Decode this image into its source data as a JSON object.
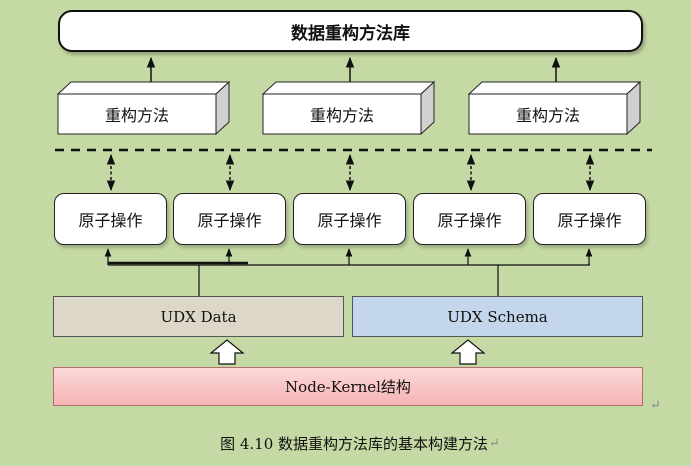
{
  "diagram": {
    "library_title": "数据重构方法库",
    "reconstruction_methods": [
      "重构方法",
      "重构方法",
      "重构方法"
    ],
    "atomic_operations": [
      "原子操作",
      "原子操作",
      "原子操作",
      "原子操作",
      "原子操作"
    ],
    "udx_data": "UDX Data",
    "udx_schema": "UDX Schema",
    "kernel": "Node-Kernel结构"
  },
  "caption": "图 4.10  数据重构方法库的基本构建方法",
  "colors": {
    "background": "#c5d9a4",
    "udx_data_fill": "#dcd7c6",
    "udx_schema_fill": "#c4d6ec",
    "kernel_fill": "#f6b4b4"
  }
}
